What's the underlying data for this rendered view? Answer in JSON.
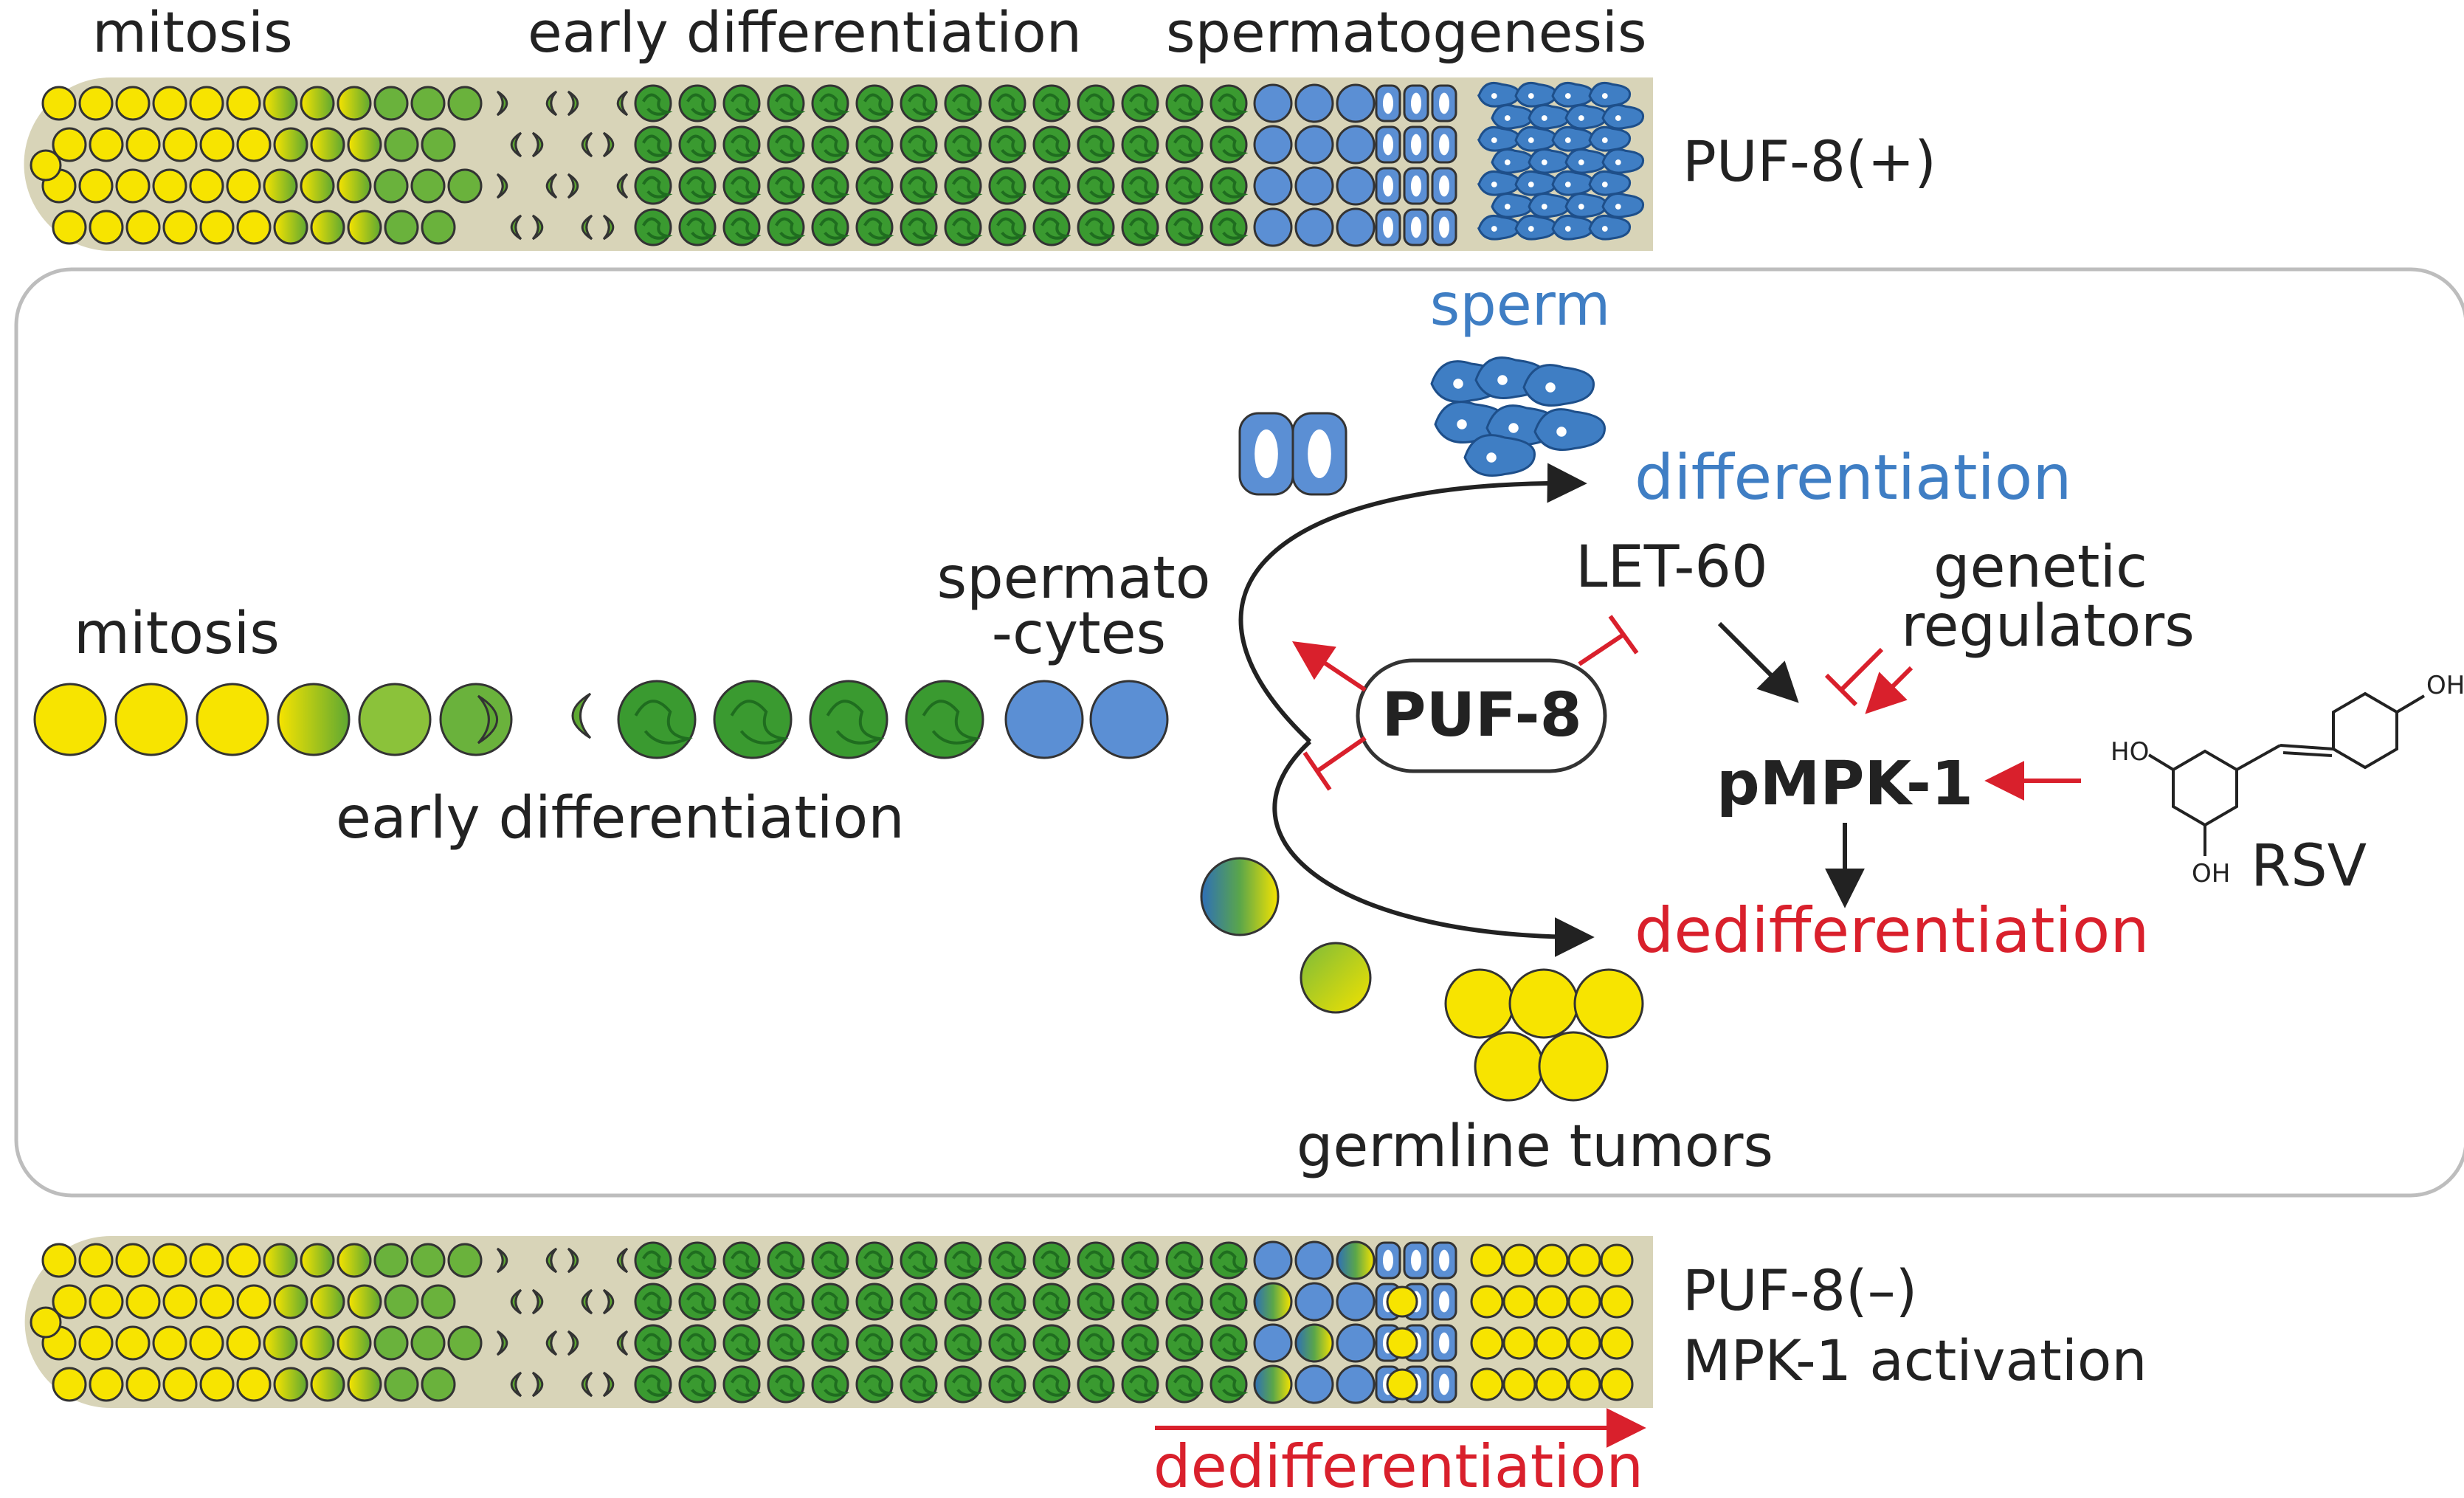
{
  "top_gonad": {
    "stage_mitosis": "mitosis",
    "stage_early": "early differentiation",
    "stage_sperm": "spermatogenesis",
    "genotype": "PUF-8(+)"
  },
  "model": {
    "sperm": "sperm",
    "differentiation": "differentiation",
    "mitosis": "mitosis",
    "spermatocytes_1": "spermato",
    "spermatocytes_2": "-cytes",
    "early_differentiation": "early differentiation",
    "puf8": "PUF-8",
    "let60": "LET-60",
    "genetic": "genetic",
    "regulators": "regulators",
    "pmpk1": "pMPK-1",
    "dedifferentiation": "dedifferentiation",
    "germline_tumors": "germline tumors",
    "rsv": "RSV",
    "rsv_oh_top": "OH",
    "rsv_ho_left": "HO",
    "rsv_oh_bottom": "OH"
  },
  "bottom_gonad": {
    "genotype_1": "PUF-8(–)",
    "genotype_2": "MPK-1 activation",
    "dedifferentiation": "dedifferentiation"
  },
  "colors": {
    "yellow": "#f7e400",
    "green": "#3a9a30",
    "dark_green": "#1f6d1f",
    "blue": "#5b8fd4",
    "dark_blue": "#2e6fb8",
    "sperm_blue": "#3f7ec4",
    "red": "#d9202c",
    "black": "#222222",
    "gonad_bg": "#d8d4b8"
  }
}
